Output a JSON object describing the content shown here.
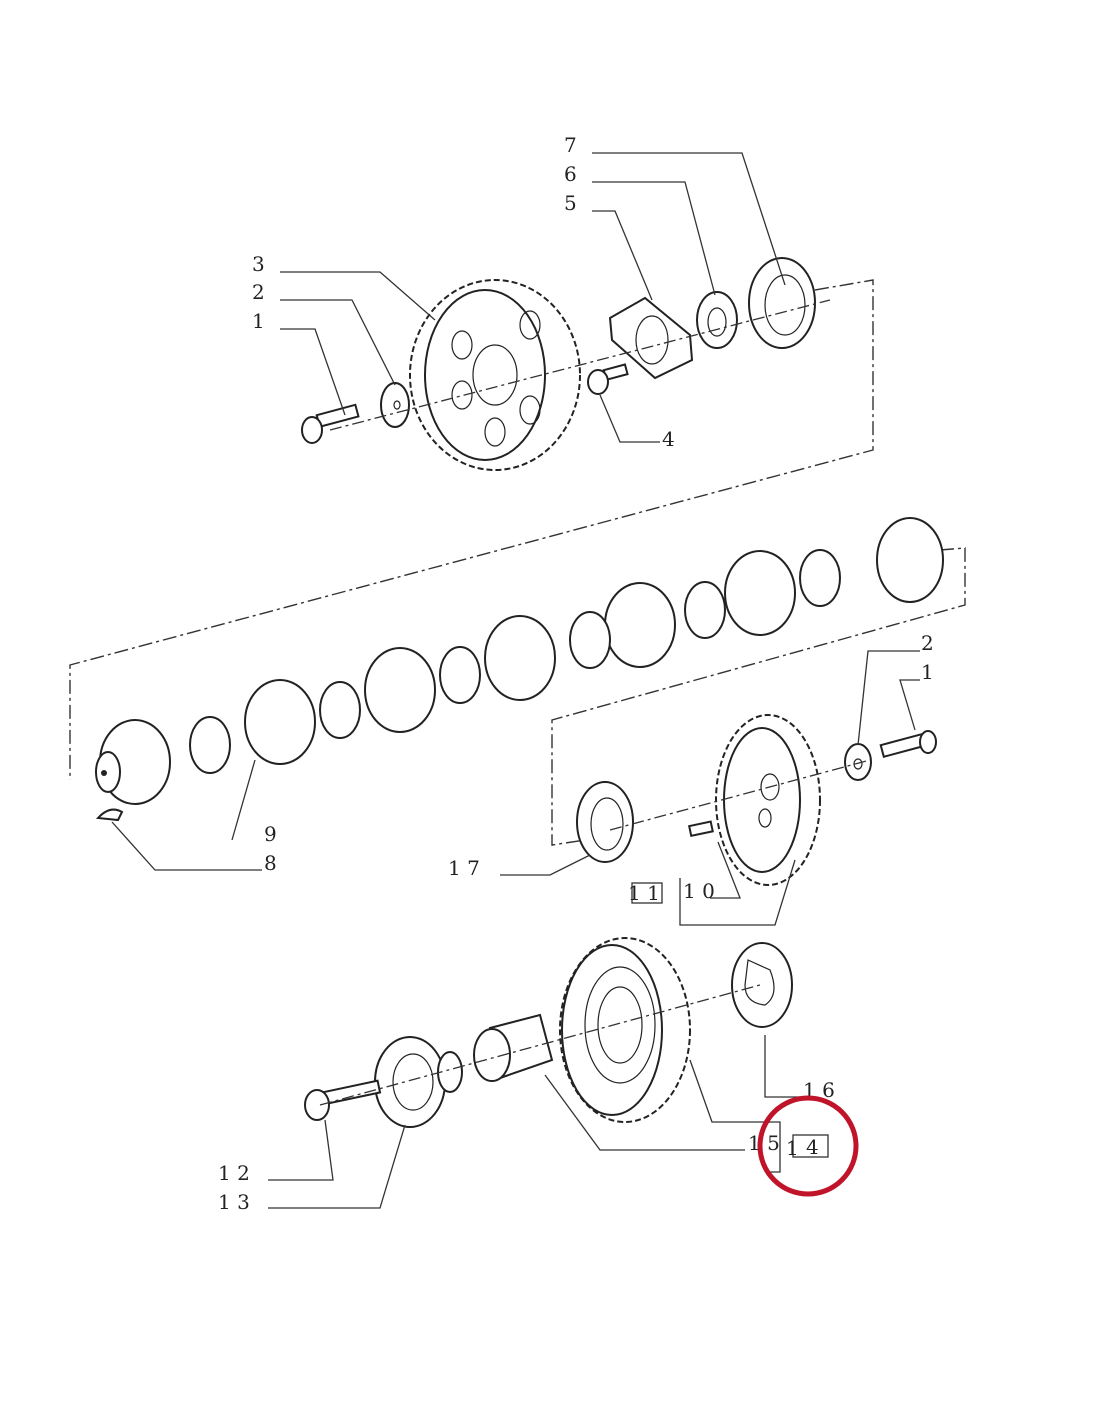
{
  "diagram": {
    "title": "Camshaft and timing gears exploded view",
    "labels": {
      "l7": "7",
      "l6": "6",
      "l5": "5",
      "l3": "3",
      "l2a": "2",
      "l1a": "1",
      "l4": "4",
      "l2b": "2",
      "l1b": "1",
      "l9": "9",
      "l8": "8",
      "l17": "1 7",
      "l11": "1 1",
      "l10": "1 0",
      "l16": "1 6",
      "l15": "1 5",
      "l14": "4",
      "l14prefix": "1",
      "l12": "1 2",
      "l13": "1 3"
    },
    "highlight": {
      "target": "14",
      "color": "#c0142a"
    }
  }
}
